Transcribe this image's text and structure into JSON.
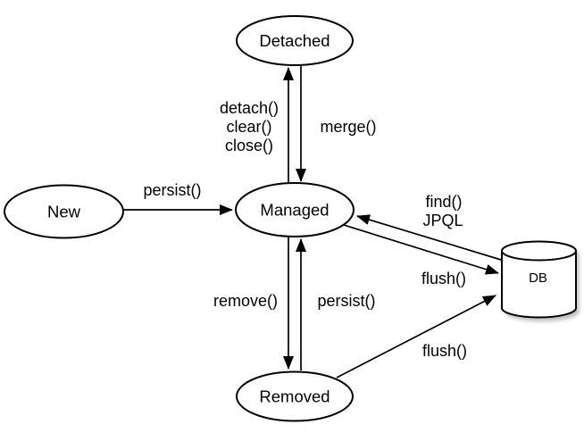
{
  "diagram": {
    "background_color": "#ffffff",
    "stroke_color": "#000000",
    "nodes": {
      "new": {
        "label": "New",
        "shape": "ellipse"
      },
      "detached": {
        "label": "Detached",
        "shape": "ellipse"
      },
      "managed": {
        "label": "Managed",
        "shape": "ellipse"
      },
      "removed": {
        "label": "Removed",
        "shape": "ellipse"
      },
      "db": {
        "label": "DB",
        "shape": "cylinder"
      }
    },
    "edges": {
      "new_to_managed": {
        "from": "New",
        "to": "Managed",
        "label": "persist()"
      },
      "managed_to_detached": {
        "from": "Managed",
        "to": "Detached",
        "labels": [
          "detach()",
          "clear()",
          "close()"
        ]
      },
      "detached_to_managed": {
        "from": "Detached",
        "to": "Managed",
        "label": "merge()"
      },
      "managed_to_removed": {
        "from": "Managed",
        "to": "Removed",
        "label": "remove()"
      },
      "removed_to_managed": {
        "from": "Removed",
        "to": "Managed",
        "label": "persist()"
      },
      "db_to_managed": {
        "from": "DB",
        "to": "Managed",
        "labels": [
          "find()",
          "JPQL"
        ]
      },
      "managed_to_db": {
        "from": "Managed",
        "to": "DB",
        "label": "flush()"
      },
      "removed_to_db": {
        "from": "Removed",
        "to": "DB",
        "label": "flush()"
      }
    }
  }
}
